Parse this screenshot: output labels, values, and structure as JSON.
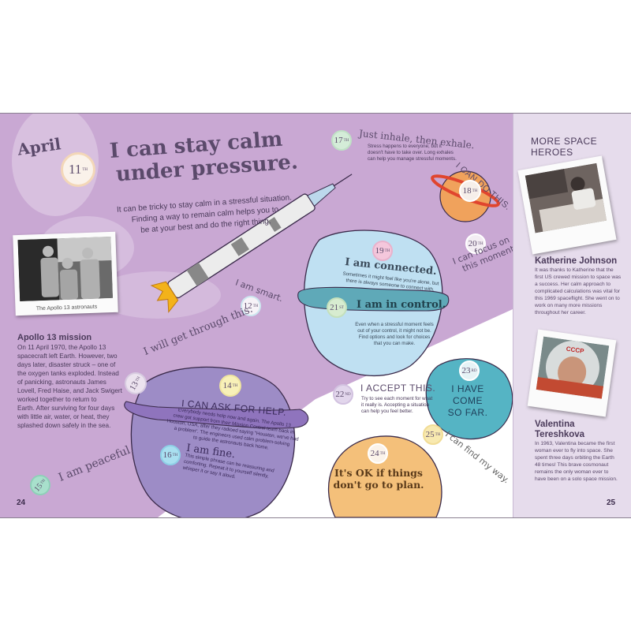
{
  "left_page": {
    "month": "April",
    "headline": {
      "day": "11",
      "suffix": "TH",
      "title_line1": "I can stay calm",
      "title_line2": "under pressure.",
      "intro_line1": "It can be tricky to stay calm in a stressful situation.",
      "intro_line2": "Finding a way to remain calm helps you to",
      "intro_line3": "be at your best and do the right thing."
    },
    "photo": {
      "caption": "The Apollo 13 astronauts"
    },
    "apollo": {
      "title": "Apollo 13 mission",
      "lines": [
        "On 11 April 1970, the Apollo 13",
        "spacecraft left Earth. However, two",
        "days later, disaster struck – one of",
        "the oxygen tanks exploded. Instead",
        "of panicking, astronauts James",
        "Lovell, Fred Haise, and Jack Swigert",
        "worked together to return to",
        "Earth. After surviving for four days",
        "with little air, water, or heat, they",
        "splashed down safely in the sea."
      ]
    },
    "page_number": "24"
  },
  "affirmations": {
    "d12": {
      "day": "12",
      "suffix": "TH",
      "text": "I am smart."
    },
    "d13": {
      "day": "13",
      "suffix": "TH",
      "text": "I will get through this."
    },
    "d14": {
      "day": "14",
      "suffix": "TH",
      "title": "I CAN ASK FOR HELP.",
      "lines": [
        "Everybody needs help now and again. The Apollo 13",
        "crew got support from their Mission Control team back in",
        "Houston, USA, after they radioed saying \"Houston, we've had",
        "a problem\". The engineers used calm problem-solving",
        "to guide the astronauts back home."
      ]
    },
    "d15": {
      "day": "15",
      "suffix": "TH",
      "text": "I am peaceful."
    },
    "d16": {
      "day": "16",
      "suffix": "TH",
      "title": "I am fine.",
      "lines": [
        "This simple phrase can be reassuring and",
        "comforting. Repeat it to yourself silently,",
        "whisper it or say it aloud."
      ]
    },
    "d17": {
      "day": "17",
      "suffix": "TH",
      "title": "Just inhale, then exhale.",
      "lines": [
        "Stress happens to everyone, but it",
        "doesn't have to take over. Long exhales",
        "can help you manage stressful moments."
      ]
    },
    "d18": {
      "day": "18",
      "suffix": "TH",
      "text": "I CAN DO THIS."
    },
    "d19": {
      "day": "19",
      "suffix": "TH",
      "title": "I am connected.",
      "lines": [
        "Sometimes it might feel like you're alone, but",
        "there is always someone to connect with."
      ]
    },
    "d20": {
      "day": "20",
      "suffix": "TH",
      "line1": "I can focus on",
      "line2": "this moment."
    },
    "d21": {
      "day": "21",
      "suffix": "ST",
      "title": "I am in control.",
      "lines": [
        "Even when a stressful moment feels",
        "out of your control, it might not be.",
        "Find options and look for choices",
        "that you can make."
      ]
    },
    "d22": {
      "day": "22",
      "suffix": "ND",
      "title": "I ACCEPT THIS.",
      "lines": [
        "Try to see each moment for what",
        "it really is. Accepting a situation",
        "can help you feel better."
      ]
    },
    "d23": {
      "day": "23",
      "suffix": "RD",
      "line1": "I HAVE COME",
      "line2": "SO FAR."
    },
    "d24": {
      "day": "24",
      "suffix": "TH",
      "line1": "It's OK if things",
      "line2": "don't go to plan."
    },
    "d25": {
      "day": "25",
      "suffix": "TH",
      "text": "I can find my way."
    }
  },
  "right_page": {
    "section_title": "MORE SPACE HEROES",
    "heroes": [
      {
        "name": "Katherine Johnson",
        "lines": [
          "It was thanks to Katherine that the",
          "first US crewed mission to space was",
          "a success. Her calm approach to",
          "complicated calculations was vital for",
          "this 1969 spaceflight. She went on to",
          "work on many more missions",
          "throughout her career."
        ]
      },
      {
        "name_line1": "Valentina",
        "name_line2": "Tereshkova",
        "helmet_text": "CCCP",
        "lines": [
          "In 1963, Valentina became the first",
          "woman ever to fly into space. She",
          "spent three days orbiting the Earth",
          "48 times! This brave cosmonaut",
          "remains the only woman ever to",
          "have been on a solo space mission."
        ]
      }
    ],
    "page_number": "25"
  },
  "colors": {
    "purple_bg": "#c9a8d3",
    "sidebar_bg": "#e6dcec",
    "ink": "#5b4a6b",
    "planet_purple": "#9d8cc6",
    "planet_blue": "#bfe0f2",
    "ring_teal": "#5fa9b8",
    "planet_orange": "#f0a25c",
    "planet_teal": "#55b4c4",
    "planet_yellow": "#f4c07a",
    "ring_red": "#e0452e"
  }
}
